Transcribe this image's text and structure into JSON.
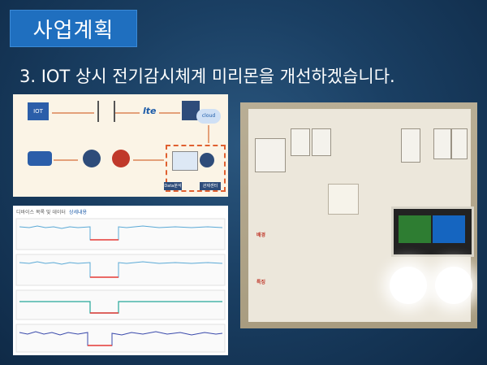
{
  "slide": {
    "title": "사업계획",
    "subtitle": "3. IOT 상시 전기감시체계 미리몬을 개선하겠습니다."
  },
  "diagram": {
    "iot": "IOT",
    "lte": "lte",
    "cloud": "cloud",
    "data_label": "Data분석",
    "control_label": "관제센터"
  },
  "charts": {
    "header": "디바이스 목록 및 데이터",
    "header_link": "상세내용"
  },
  "photo": {
    "bg_title": "배경",
    "feat_title": "특징"
  }
}
